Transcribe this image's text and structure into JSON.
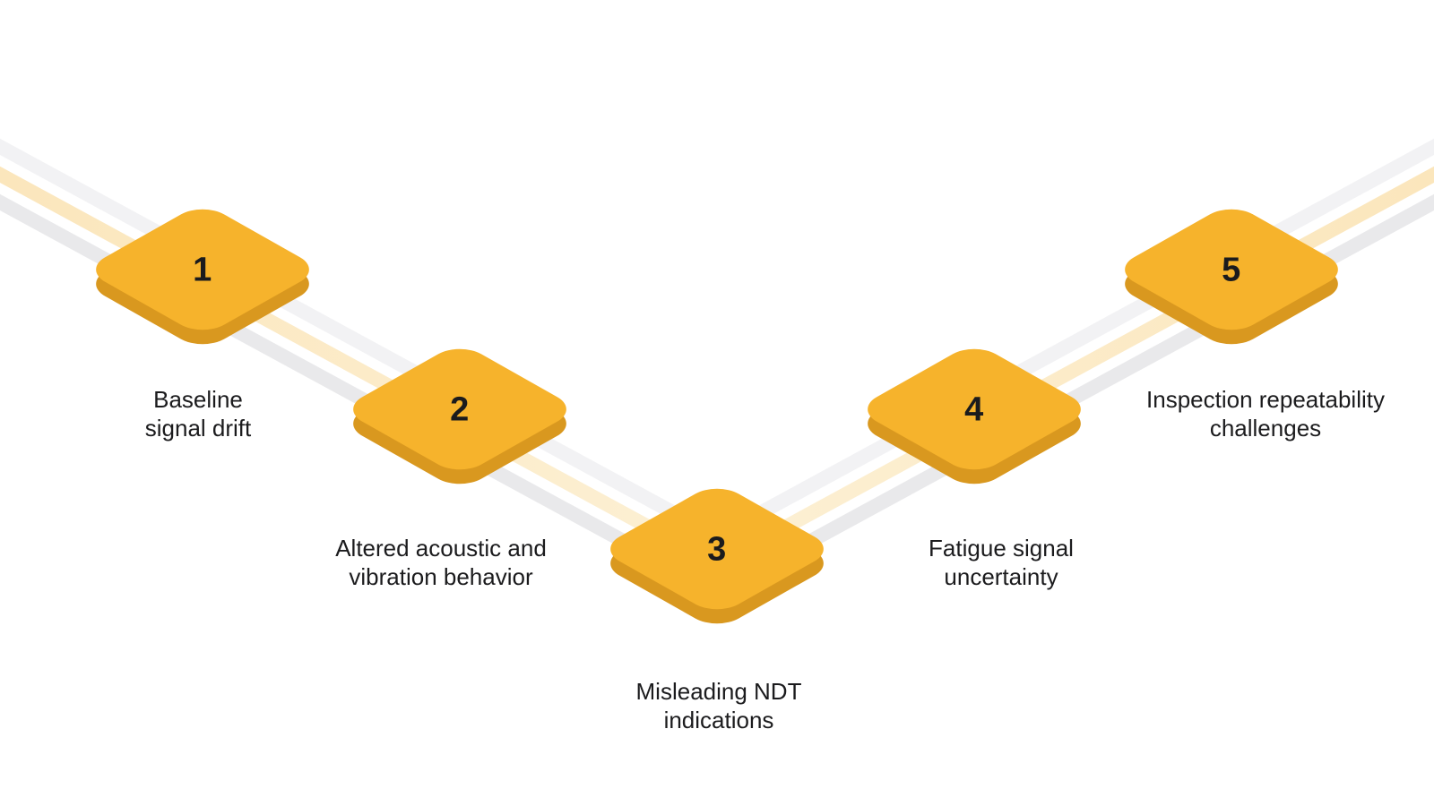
{
  "diagram": {
    "type": "v-shaped-process-path",
    "steps": [
      {
        "number": "1",
        "title": "Baseline signal drift",
        "line1": "Baseline",
        "line2": "signal drift"
      },
      {
        "number": "2",
        "title": "Altered acoustic and vibration behavior",
        "line1": "Altered acoustic and",
        "line2": "vibration behavior"
      },
      {
        "number": "3",
        "title": "Misleading NDT indications",
        "line1": "Misleading NDT",
        "line2": "indications"
      },
      {
        "number": "4",
        "title": "Fatigue signal uncertainty",
        "line1": "Fatigue signal",
        "line2": "uncertainty"
      },
      {
        "number": "5",
        "title": "Inspection repeatability challenges",
        "line1": "Inspection repeatability",
        "line2": "challenges"
      }
    ]
  },
  "colors": {
    "background": "#FFFFFF",
    "tile-face": "#F6B32C",
    "tile-side": "#D9981F",
    "ribbon-gray-top": "#F2F2F4",
    "ribbon-gray-bottom": "#E9E9EB",
    "ribbon-cream": "#FBE6BC",
    "ribbon-cream-light": "#FCF0D4",
    "text": "#1B1B1D"
  }
}
